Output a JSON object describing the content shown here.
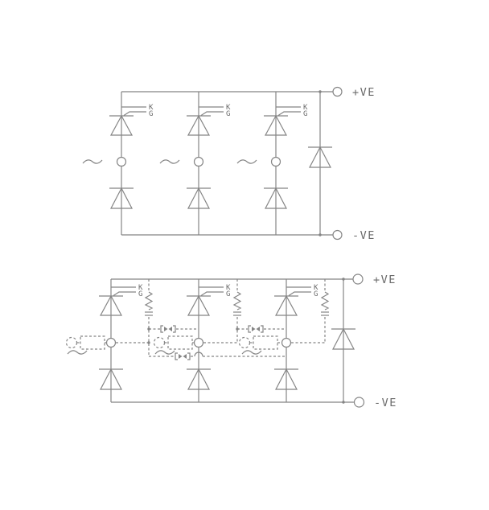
{
  "colors": {
    "background": "#ffffff",
    "line": "#858585",
    "text": "#6b6b6b"
  },
  "icons": {
    "ac_source": "~ (sine-wave icon)",
    "surge_suppressor": "bracketed back-to-back diode icon",
    "terminal": "open circle"
  },
  "top_circuit": {
    "positive_label": "+VE",
    "negative_label": "-VE",
    "thyristors": [
      {
        "k": "K",
        "g": "G"
      },
      {
        "k": "K",
        "g": "G"
      },
      {
        "k": "K",
        "g": "G"
      }
    ]
  },
  "bottom_circuit": {
    "positive_label": "+VE",
    "negative_label": "-VE",
    "thyristors": [
      {
        "k": "K",
        "g": "G"
      },
      {
        "k": "K",
        "g": "G"
      },
      {
        "k": "K",
        "g": "G"
      }
    ]
  }
}
